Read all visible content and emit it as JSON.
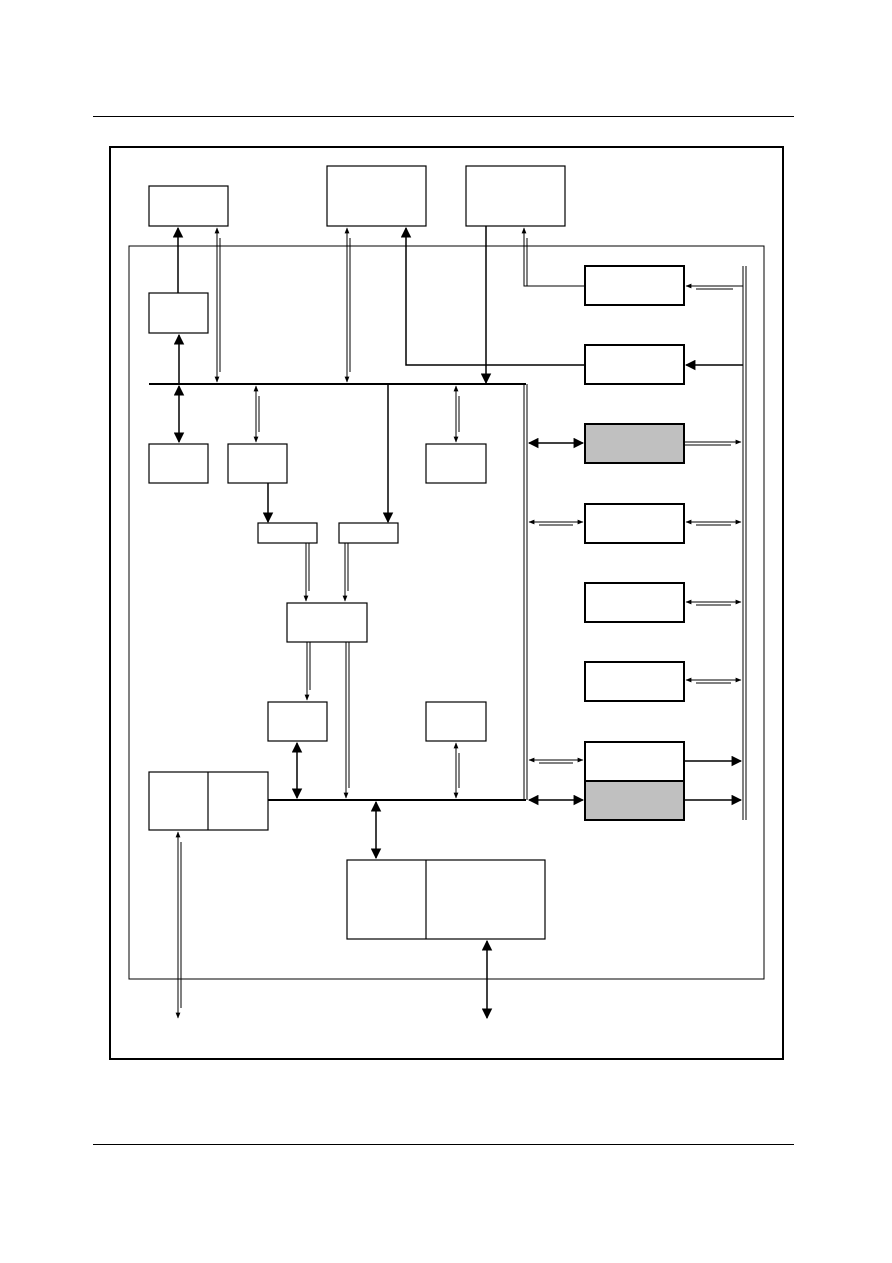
{
  "page": {
    "header_rule": true,
    "footer_rule": true
  },
  "diagram": {
    "blocks": [
      {
        "id": "top-left-block",
        "filled": false
      },
      {
        "id": "top-center-block",
        "filled": false
      },
      {
        "id": "top-right-block",
        "filled": false
      },
      {
        "id": "left-small-block",
        "filled": false
      },
      {
        "id": "bus-left-block-1",
        "filled": false
      },
      {
        "id": "bus-left-block-2",
        "filled": false
      },
      {
        "id": "bus-right-block",
        "filled": false
      },
      {
        "id": "thin-block-1",
        "filled": false
      },
      {
        "id": "thin-block-2",
        "filled": false
      },
      {
        "id": "center-block",
        "filled": false
      },
      {
        "id": "lower-left-block",
        "filled": false
      },
      {
        "id": "lower-right-block",
        "filled": false
      },
      {
        "id": "split-block",
        "filled": false
      },
      {
        "id": "bottom-split-block",
        "filled": false
      },
      {
        "id": "peripheral-1",
        "filled": false
      },
      {
        "id": "peripheral-2",
        "filled": false
      },
      {
        "id": "peripheral-3",
        "filled": true
      },
      {
        "id": "peripheral-4",
        "filled": false
      },
      {
        "id": "peripheral-5",
        "filled": false
      },
      {
        "id": "peripheral-6",
        "filled": false
      },
      {
        "id": "peripheral-7",
        "filled": false
      },
      {
        "id": "peripheral-8",
        "filled": true
      }
    ],
    "colors": {
      "stroke": "#000000",
      "fill_shaded": "#c0c0c0",
      "background": "#ffffff"
    }
  }
}
